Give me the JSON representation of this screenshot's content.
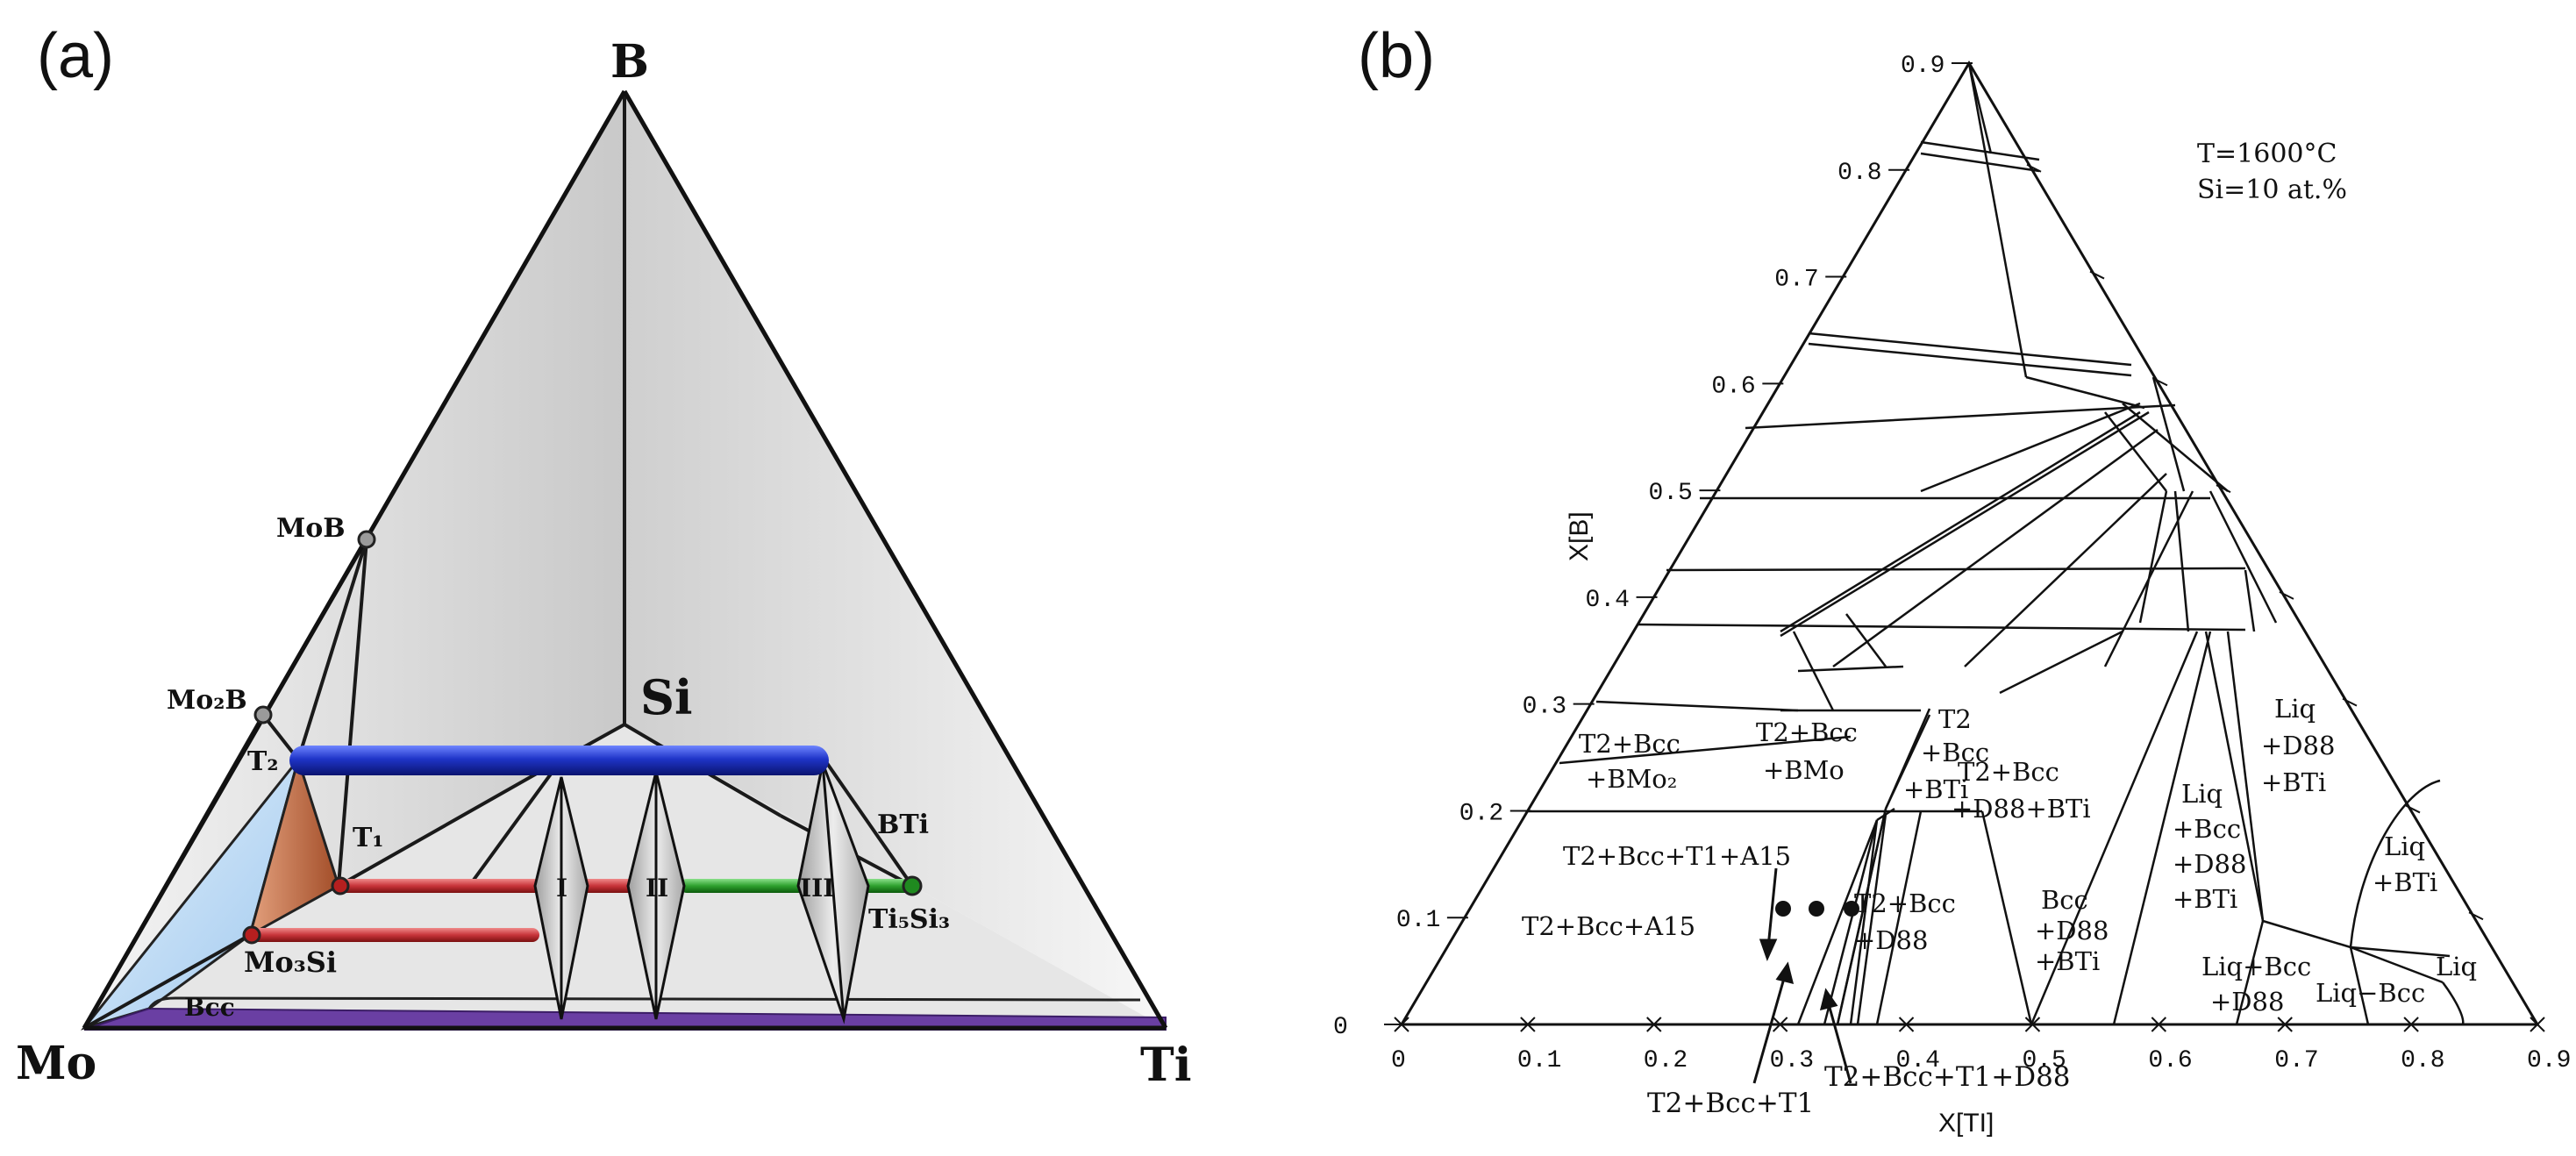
{
  "colors": {
    "outline": "#111111",
    "panel_gray": "#d9d9d9",
    "light_gray": "#ececec",
    "blue_tube": "#1f34c8",
    "red_tube": "#c8343a",
    "green_tube": "#2ea12e",
    "purple_base": "#6a3fa3",
    "light_blue": "#b9d8f2",
    "brown": "#b5623d"
  },
  "panel_a": {
    "label": "(a)",
    "vertices": {
      "mo": "Mo",
      "ti": "Ti",
      "b": "B"
    },
    "nodes": {
      "si": "Si",
      "mob": "MoB",
      "mo2b": "Mo₂B",
      "t2": "T₂",
      "t1": "T₁",
      "mo3si": "Mo₃Si",
      "bti": "BTi",
      "ti5si3": "Ti₅Si₃",
      "bcc": "Bcc"
    },
    "regions": [
      "I",
      "II",
      "III"
    ]
  },
  "panel_b": {
    "label": "(b)",
    "conditions": [
      "T=1600°C",
      "Si=10 at.%"
    ],
    "x_axis": {
      "label": "X[TI]",
      "ticks": [
        "0",
        "0.1",
        "0.2",
        "0.3",
        "0.4",
        "0.5",
        "0.6",
        "0.7",
        "0.8",
        "0.9"
      ]
    },
    "y_axis": {
      "label": "X[B]",
      "ticks": [
        "0",
        "0.1",
        "0.2",
        "0.3",
        "0.4",
        "0.5",
        "0.6",
        "0.7",
        "0.8",
        "0.9"
      ]
    },
    "phase_labels": [
      "T2+Bcc",
      "+BMo₂",
      "T2+Bcc",
      "+BMo",
      "T2",
      "+Bcc",
      "+BTi",
      "T2+Bcc",
      "+D88+BTi",
      "Liq",
      "+D88",
      "+BTi",
      "Liq",
      "+BTi",
      "Liq",
      "+Bcc",
      "+D88",
      "+BTi",
      "Bcc",
      "+D88",
      "+BTi",
      "T2+Bcc+T1+A15",
      "T2+Bcc+A15",
      "T2+Bcc",
      "+D88",
      "Liq+Bcc",
      "+D88",
      "Liq−Bcc",
      "Liq"
    ],
    "callouts": [
      "T2+Bcc+T1",
      "T2+Bcc+T1+D88"
    ]
  }
}
